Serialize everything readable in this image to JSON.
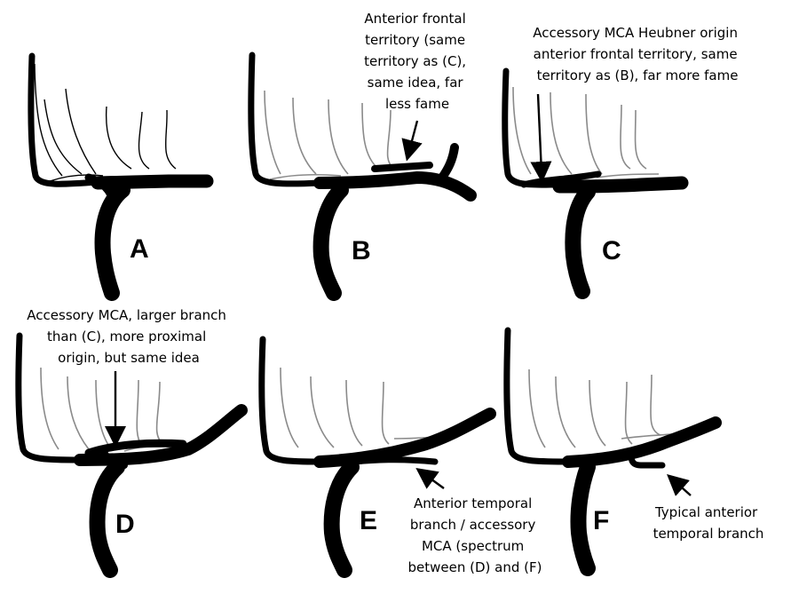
{
  "panels": [
    {
      "id": "A",
      "letter": "A"
    },
    {
      "id": "B",
      "letter": "B"
    },
    {
      "id": "C",
      "letter": "C"
    },
    {
      "id": "D",
      "letter": "D"
    },
    {
      "id": "E",
      "letter": "E"
    },
    {
      "id": "F",
      "letter": "F"
    }
  ],
  "callouts": {
    "B": [
      "Anterior frontal",
      "territory (same",
      "territory as (C),",
      "same idea, far",
      "less fame"
    ],
    "C": [
      "Accessory MCA Heubner origin",
      "anterior frontal territory, same",
      "territory as (B), far more fame"
    ],
    "D": [
      "Accessory MCA, larger branch",
      "than (C), more proximal",
      "origin, but same idea"
    ],
    "E": [
      "Anterior temporal",
      "branch / accessory",
      "MCA (spectrum",
      "between (D) and (F)"
    ],
    "F": [
      "Typical anterior",
      "temporal branch"
    ]
  },
  "colors": {
    "vessel": "#000000",
    "branch_primary": "#000000",
    "branch_secondary": "#8a8a8a"
  }
}
